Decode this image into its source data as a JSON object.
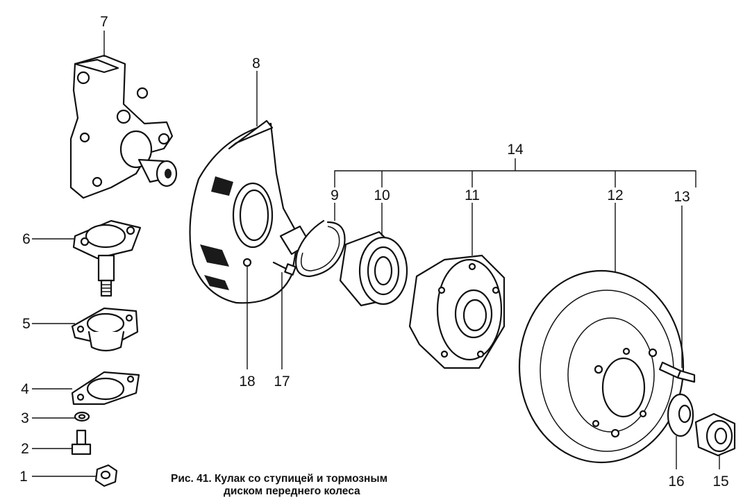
{
  "labels": {
    "l1": "1",
    "l2": "2",
    "l3": "3",
    "l4": "4",
    "l5": "5",
    "l6": "6",
    "l7": "7",
    "l8": "8",
    "l9": "9",
    "l10": "10",
    "l11": "11",
    "l12": "12",
    "l13": "13",
    "l14": "14",
    "l15": "15",
    "l16": "16",
    "l17": "17",
    "l18": "18"
  },
  "caption": {
    "line1": "Рис. 41. Кулак со ступицей и тормозным",
    "line2": "диском переднего колеса"
  }
}
